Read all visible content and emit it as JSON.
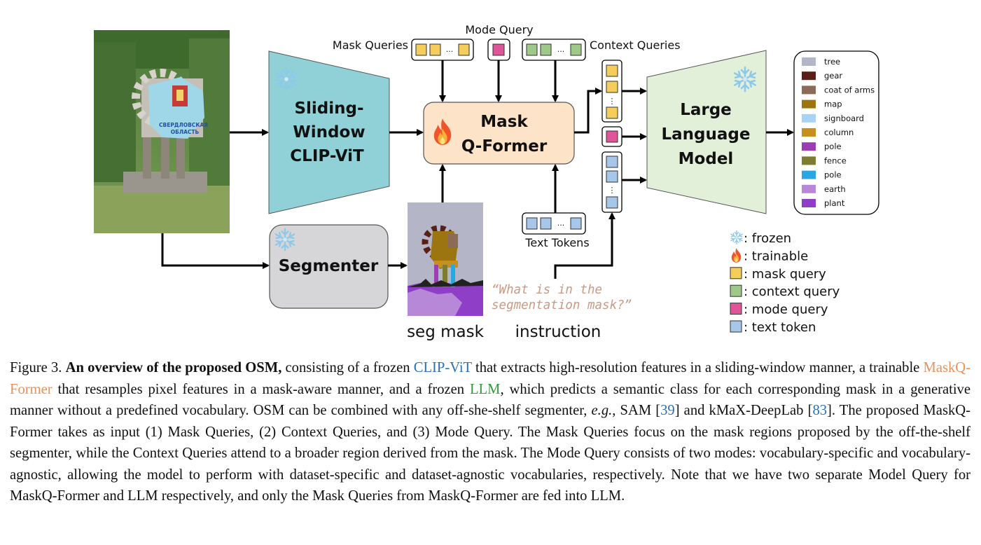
{
  "figure": {
    "mask_queries_label": "Mask Queries",
    "mode_query_label": "Mode Query",
    "context_queries_label": "Context Queries",
    "ellipsis": "...",
    "vdots": "⋮",
    "clip_lines": [
      "Sliding-",
      "Window",
      "CLIP-ViT"
    ],
    "maskq_lines": [
      "Mask",
      "Q-Former"
    ],
    "llm_lines": [
      "Large",
      "Language",
      "Model"
    ],
    "segmenter_label": "Segmenter",
    "text_tokens_label": "Text Tokens",
    "seg_mask_label": "seg mask",
    "instruction_label": "instruction",
    "instruction_lines": [
      "“What is in the",
      "segmentation mask?”"
    ],
    "sign_text": [
      "СВЕРДЛОВСКАЯ",
      "ОБЛАСТЬ"
    ],
    "classes": [
      {
        "name": "tree",
        "color": "#b4b6c8"
      },
      {
        "name": "gear",
        "color": "#5a1f17"
      },
      {
        "name": "coat of arms",
        "color": "#8b6a58"
      },
      {
        "name": "map",
        "color": "#9c7410"
      },
      {
        "name": "signboard",
        "color": "#a9d3f5"
      },
      {
        "name": "column",
        "color": "#c88e1e"
      },
      {
        "name": "pole",
        "color": "#9d3db6"
      },
      {
        "name": "fence",
        "color": "#7c7d33"
      },
      {
        "name": "pole",
        "color": "#28a7e0"
      },
      {
        "name": "earth",
        "color": "#b888d8"
      },
      {
        "name": "plant",
        "color": "#8e3ec7"
      }
    ],
    "legend": [
      {
        "type": "snowflake",
        "label": ": frozen"
      },
      {
        "type": "fire",
        "label": ": trainable"
      },
      {
        "type": "box",
        "color": "#f5cd5a",
        "label": ": mask query"
      },
      {
        "type": "box",
        "color": "#9ec98b",
        "label": ": context query"
      },
      {
        "type": "box",
        "color": "#e0559a",
        "label": ": mode query"
      },
      {
        "type": "box",
        "color": "#a6c6ea",
        "label": ": text token"
      }
    ],
    "colors": {
      "mask_query": "#f5cd5a",
      "context_query": "#9ec98b",
      "mode_query": "#e0559a",
      "text_token": "#a6c6ea",
      "clip_fill": "#8fd1d6",
      "maskq_fill": "#fde3c8",
      "llm_fill": "#e3f0d9",
      "segmenter_fill": "#d6d6d9",
      "instruction_text": "#c99a84"
    }
  },
  "caption": {
    "figure_no": "Figure 3.",
    "title": "An overview of the proposed OSM,",
    "t1": " consisting of a frozen ",
    "clip": "CLIP-ViT",
    "t2": " that extracts high-resolution features in a sliding-window manner, a trainable ",
    "maskq": "MaskQ-Former",
    "t3": " that resamples pixel features in a mask-aware manner, and a frozen ",
    "llm": "LLM",
    "t4": ", which predicts a semantic class for each corresponding mask in a generative manner without a predefined vocabulary. OSM can be combined with any off-she-shelf segmenter, ",
    "eg": "e.g.",
    "t5": ", SAM [",
    "ref1": "39",
    "t6": "] and kMaX-DeepLab [",
    "ref2": "83",
    "t7": "]. The proposed MaskQ-Former takes as input (1) Mask Queries, (2) Context Queries, and (3) Mode Query. The Mask Queries focus on the mask regions proposed by the off-the-shelf segmenter, while the Context Queries attend to a broader region derived from the mask. The Mode Query consists of two modes: vocabulary-specific and vocabulary-agnostic, allowing the model to perform with dataset-specific and dataset-agnostic vocabularies, respectively. Note that we have two separate Model Query for MaskQ-Former and LLM respectively, and only the Mask Queries from MaskQ-Former are fed into LLM."
  }
}
